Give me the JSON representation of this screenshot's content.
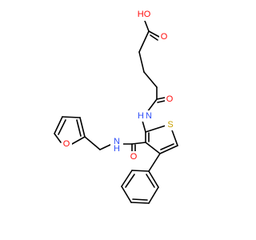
{
  "molecule": {
    "atoms": {
      "ho": {
        "text": "HO",
        "color": "#ff0d0d"
      },
      "o_acid": {
        "text": "O",
        "color": "#ff0d0d"
      },
      "o_amide1": {
        "text": "O",
        "color": "#ff0d0d"
      },
      "nh1": {
        "text": "H",
        "subtext": "N",
        "color": "#3050f8"
      },
      "s": {
        "text": "S",
        "color": "#c8a000"
      },
      "nh2": {
        "text": "H",
        "subtext": "N",
        "color": "#3050f8"
      },
      "o_amide2": {
        "text": "O",
        "color": "#ff0d0d"
      },
      "o_furan": {
        "text": "O",
        "color": "#ff0d0d"
      }
    },
    "bond_color": "#000000"
  }
}
